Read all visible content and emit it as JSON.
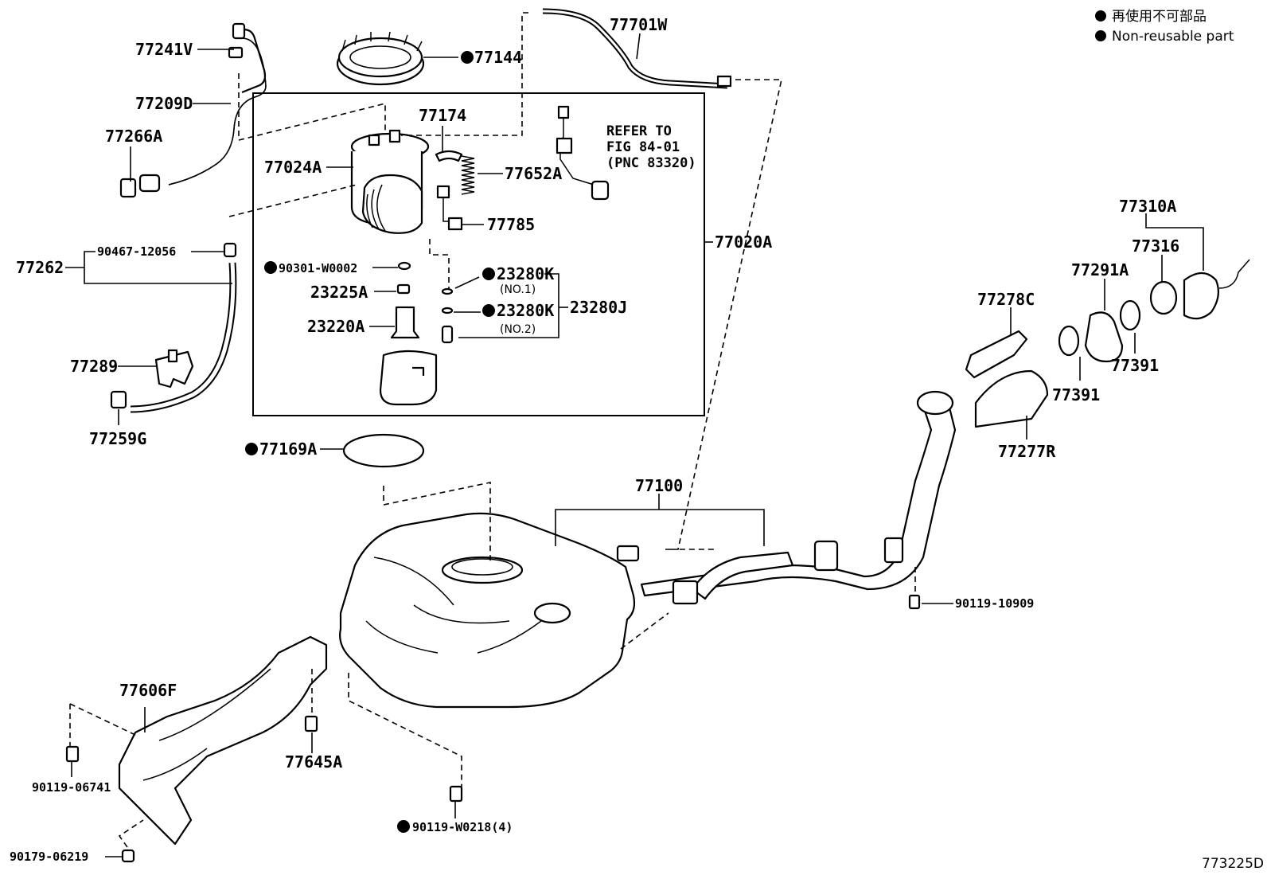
{
  "legend": {
    "line1": "再使用不可部品",
    "line2": "Non-reusable part"
  },
  "figure_code": "773225D",
  "note": {
    "line1": "REFER TO",
    "line2": "FIG 84-01",
    "line3": "(PNC 83320)"
  },
  "labels": {
    "p77241V": "77241V",
    "p77209D": "77209D",
    "p77266A": "77266A",
    "p77262": "77262",
    "p90467": "90467-12056",
    "p77289": "77289",
    "p77259G": "77259G",
    "p77144": "77144",
    "p77701W": "77701W",
    "p77174": "77174",
    "p77024A": "77024A",
    "p77652A": "77652A",
    "p77785": "77785",
    "p90301": "90301-W0002",
    "p23225A": "23225A",
    "p23220A": "23220A",
    "p23280K1": "23280K",
    "p23280K1sub": "(NO.1)",
    "p23280K2": "23280K",
    "p23280K2sub": "(NO.2)",
    "p23280J": "23280J",
    "p77020A": "77020A",
    "p77169A": "77169A",
    "p77310A": "77310A",
    "p77316": "77316",
    "p77291A": "77291A",
    "p77278C": "77278C",
    "p77391a": "77391",
    "p77391b": "77391",
    "p77277R": "77277R",
    "p77100": "77100",
    "p90119_10909": "90119-10909",
    "p77606F": "77606F",
    "p77645A": "77645A",
    "p90119_06741": "90119-06741",
    "p90179_06219": "90179-06219",
    "p90119_W0218": "90119-W0218(4)"
  }
}
